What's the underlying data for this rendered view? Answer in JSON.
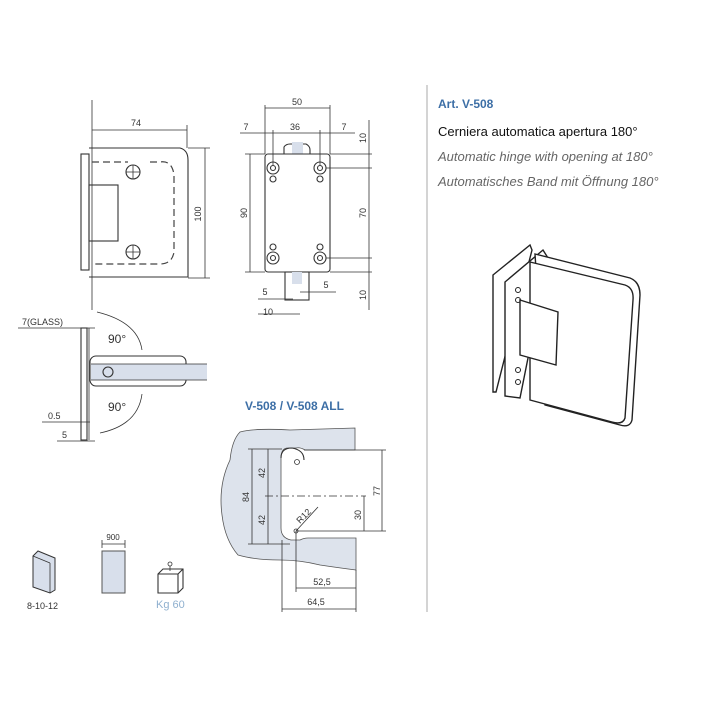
{
  "product": {
    "article": "Art. V-508",
    "title_it": "Cerniera automatica apertura 180°",
    "title_en": "Automatic hinge with opening at 180°",
    "title_de": "Automatisches Band mit Öffnung 180°"
  },
  "side_view": {
    "width_label": "74",
    "height_label": "100"
  },
  "front_view": {
    "width_label": "50",
    "left_margin": "7",
    "hole_spacing": "36",
    "right_margin": "7",
    "top_offset": "10",
    "height_label": "90",
    "hole_vertical": "70",
    "bottom_offset": "10",
    "tab_left": "5",
    "tab_right": "5",
    "tab_width": "10"
  },
  "top_view": {
    "glass_label": "7(GLASS)",
    "angle_top": "90°",
    "angle_bottom": "90°",
    "gap_label": "0.5",
    "plate_label": "5"
  },
  "cutout": {
    "title": "V-508 / V-508 ALL",
    "total_height": "84",
    "half_top": "42",
    "half_bottom": "42",
    "radius": "R12",
    "depth_height": "77",
    "offset": "30",
    "inner_width": "52,5",
    "outer_width": "64,5"
  },
  "specs": {
    "glass_thickness": "8-10-12",
    "max_width": "900",
    "max_weight": "Kg 60"
  },
  "colors": {
    "accent": "#3d6fa6",
    "fill": "#d8dfeb",
    "weight": "#8fb0cf"
  }
}
